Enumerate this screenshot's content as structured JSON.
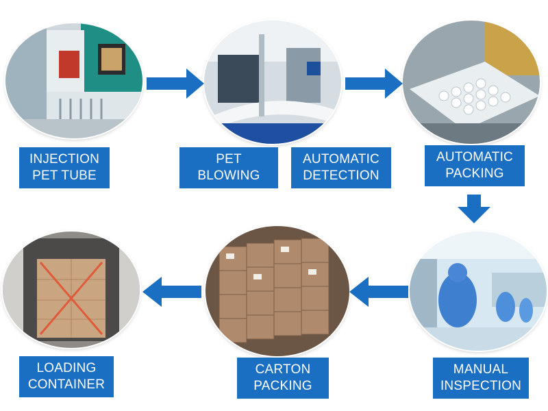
{
  "colors": {
    "accent_blue": "#1a6fc2",
    "label_text": "#ffffff"
  },
  "steps": [
    {
      "id": "injection",
      "line1": "INJECTION",
      "line2": "PET TUBE",
      "photo": "injection-machine-photo"
    },
    {
      "id": "blowing",
      "line1": "PET",
      "line2": "BLOWING",
      "photo": "blowing-line-photo"
    },
    {
      "id": "detection",
      "line1": "AUTOMATIC",
      "line2": "DETECTION"
    },
    {
      "id": "auto-packing",
      "line1": "AUTOMATIC",
      "line2": "PACKING",
      "photo": "bottle-tray-photo"
    },
    {
      "id": "manual-inspection",
      "line1": "MANUAL",
      "line2": "INSPECTION",
      "photo": "cleanroom-workers-photo"
    },
    {
      "id": "carton-packing",
      "line1": "CARTON",
      "line2": "PACKING",
      "photo": "carton-stack-photo"
    },
    {
      "id": "loading",
      "line1": "LOADING",
      "line2": "CONTAINER",
      "photo": "container-photo"
    }
  ],
  "flow_arrows": [
    "arrow-right",
    "arrow-right",
    "arrow-down",
    "arrow-left",
    "arrow-left"
  ]
}
